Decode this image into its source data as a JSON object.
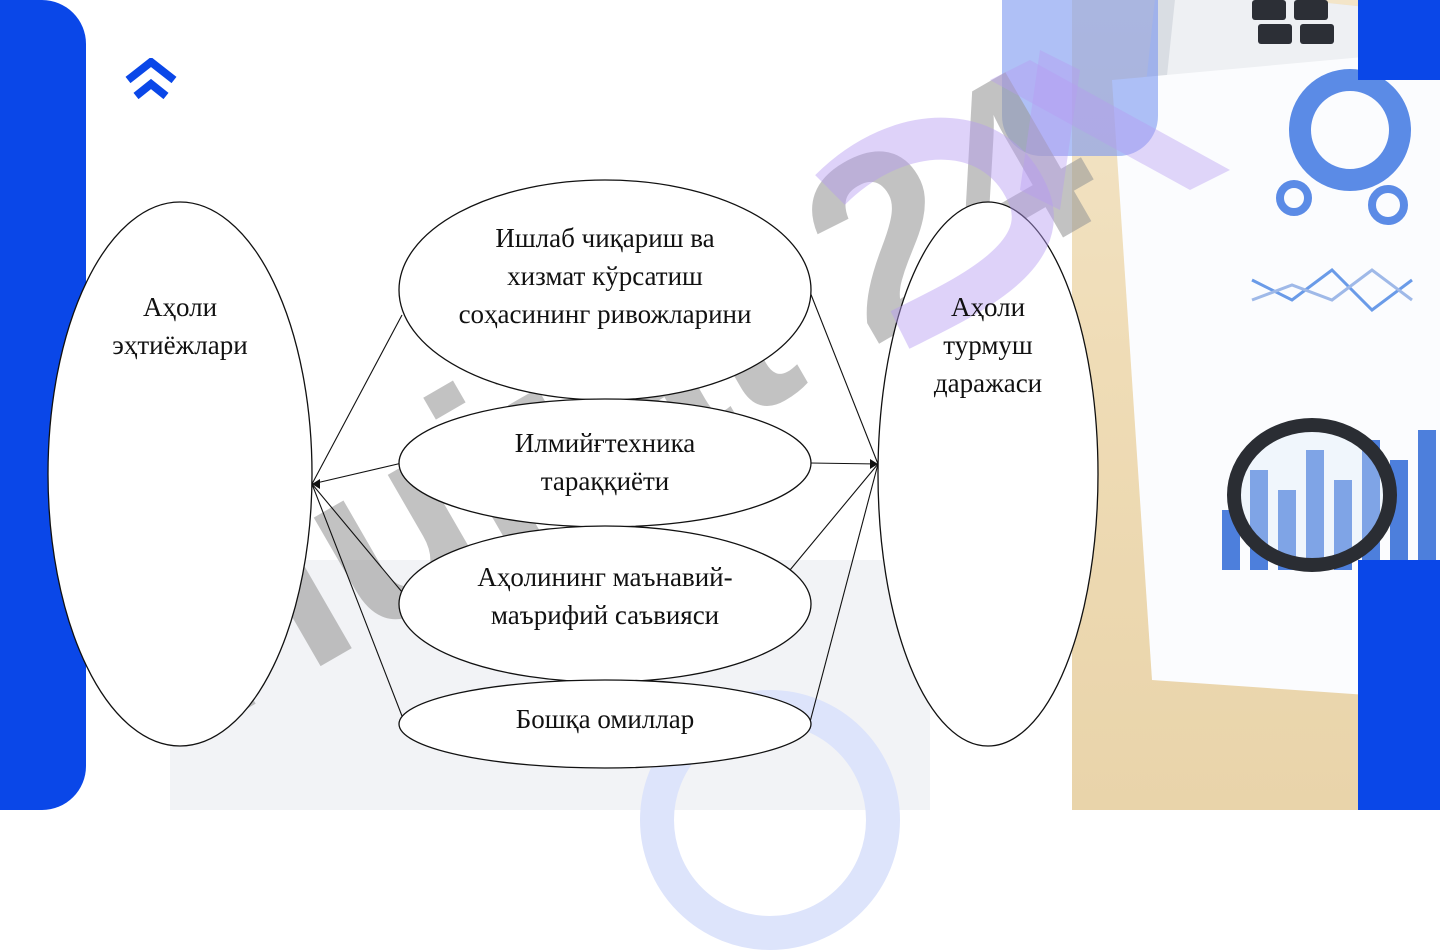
{
  "diagram": {
    "left_node": "Аҳоли эҳтиёжлари",
    "right_node": "Аҳоли турмуш даражаси",
    "middle_nodes": [
      "Ишлаб чиқариш ва хизмат кўрсатиш соҳасининг ривожларини",
      "Илмийғтехника тараққиёти",
      "Аҳолининг маънавий-маърифий саъвияси",
      "Бошқа омиллар"
    ]
  },
  "watermark": {
    "text": "Hujjat 24"
  },
  "colors": {
    "brand_blue": "#0a47e8",
    "watermark_grey": "#9a9a9a",
    "watermark_purple": "#b69cf2"
  },
  "icons": [
    "logo-chevron-icon"
  ]
}
